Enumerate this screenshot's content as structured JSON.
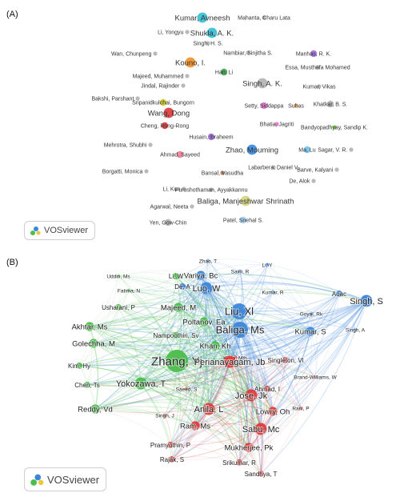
{
  "panel_a": {
    "label": "(A)",
    "badge": "VOSviewer",
    "nodes": [
      {
        "label": "Kumar, Avneesh",
        "color": "#49c3d6",
        "size": 3
      },
      {
        "label": "Mahanta, Charu Lata",
        "color": "#b9b9b9",
        "size": 1
      },
      {
        "label": "Li, Yongyu",
        "color": "#b9b9b9",
        "size": 1
      },
      {
        "label": "Shukla, A. K.",
        "color": "#49c3d6",
        "size": 3
      },
      {
        "label": "Singh, H. S.",
        "color": "#b9b9b9",
        "size": 1
      },
      {
        "label": "Wan, Chunpeng",
        "color": "#b9b9b9",
        "size": 1
      },
      {
        "label": "Nambiar, Sinjitha S.",
        "color": "#b9b9b9",
        "size": 1
      },
      {
        "label": "Manhas, R. K.",
        "color": "#a97be0",
        "size": 2
      },
      {
        "label": "Kouno, I.",
        "color": "#f39a3a",
        "size": 3
      },
      {
        "label": "Essa, Musthafa Mohamed",
        "color": "#b9b9b9",
        "size": 1
      },
      {
        "label": "Majeed, Muhammed",
        "color": "#b9b9b9",
        "size": 1
      },
      {
        "label": "Han, Li",
        "color": "#4caa61",
        "size": 2
      },
      {
        "label": "Jindal, Rajinder",
        "color": "#b9b9b9",
        "size": 1
      },
      {
        "label": "Singh, A. K.",
        "color": "#b9b9b9",
        "size": 3
      },
      {
        "label": "Kumar, Vikas",
        "color": "#b9b9b9",
        "size": 1
      },
      {
        "label": "Bakshi, Parshant",
        "color": "#b9b9b9",
        "size": 1
      },
      {
        "label": "Sripanidkulchai, Bungorn",
        "color": "#d6d13a",
        "size": 2
      },
      {
        "label": "Setty, Siddappa",
        "color": "#e87fd0",
        "size": 2
      },
      {
        "label": "Suhas",
        "color": "#f6b56a",
        "size": 1
      },
      {
        "label": "Khatkar, B. S.",
        "color": "#b9b9b9",
        "size": 2
      },
      {
        "label": "Wang, Dong",
        "color": "#e04a4a",
        "size": 3
      },
      {
        "label": "Cheng, Rong-Rong",
        "color": "#e04a4a",
        "size": 2
      },
      {
        "label": "Bhatia, Jagriti",
        "color": "#e87fd0",
        "size": 1
      },
      {
        "label": "Bandyopadhyay, Sandip K.",
        "color": "#7ccf5a",
        "size": 1
      },
      {
        "label": "Husain, Ibraheem",
        "color": "#a97be0",
        "size": 2
      },
      {
        "label": "Mehrotra, Shubhi",
        "color": "#b9b9b9",
        "size": 1
      },
      {
        "label": "Zhao, Mouming",
        "color": "#4d94e0",
        "size": 3
      },
      {
        "label": "Ma, Lu",
        "color": "#7fc6ef",
        "size": 2
      },
      {
        "label": "Sagar, V. R.",
        "color": "#b9b9b9",
        "size": 1
      },
      {
        "label": "Ahmad, Sayeed",
        "color": "#f08aa0",
        "size": 2
      },
      {
        "label": "Labarbera, Daniel V.",
        "color": "#b9b9b9",
        "size": 1
      },
      {
        "label": "Barve, Kalyani",
        "color": "#b9b9b9",
        "size": 1
      },
      {
        "label": "Borgatti, Monica",
        "color": "#b9b9b9",
        "size": 1
      },
      {
        "label": "Bansal, Vasudha",
        "color": "#b9876a",
        "size": 1
      },
      {
        "label": "De, Alok",
        "color": "#b9b9b9",
        "size": 1
      },
      {
        "label": "Li, Kun",
        "color": "#b9b9b9",
        "size": 1
      },
      {
        "label": "Purushothaman, Ayyakkannu",
        "color": "#b9b9b9",
        "size": 1
      },
      {
        "label": "Baliga, Manjeshwar Shrinath",
        "color": "#d6d88a",
        "size": 3
      },
      {
        "label": "Agarwal, Neeta",
        "color": "#b9b9b9",
        "size": 1
      },
      {
        "label": "Yen, Gow-Chin",
        "color": "#b9b9b9",
        "size": 2
      },
      {
        "label": "Patel, Snehal S.",
        "color": "#a9d3f0",
        "size": 2
      }
    ]
  },
  "panel_b": {
    "label": "(B)",
    "badge": "VOSviewer",
    "colors": {
      "blue": "#3c86d9",
      "green": "#4bbd4b",
      "red": "#e03c3c"
    },
    "nodes": [
      {
        "label": "Zhao, T",
        "cluster": "blue",
        "size": 1
      },
      {
        "label": "Uddin, Ms",
        "cluster": "green",
        "size": 1
      },
      {
        "label": "Saini, R",
        "cluster": "blue",
        "size": 1
      },
      {
        "label": "Li, W",
        "cluster": "green",
        "size": 2
      },
      {
        "label": "Variya, Bc",
        "cluster": "blue",
        "size": 3
      },
      {
        "label": "Li, Y",
        "cluster": "blue",
        "size": 1
      },
      {
        "label": "De, A",
        "cluster": "blue",
        "size": 2
      },
      {
        "label": "Luo, W",
        "cluster": "blue",
        "size": 4
      },
      {
        "label": "Fatima, N",
        "cluster": "green",
        "size": 1
      },
      {
        "label": "Kumar, R",
        "cluster": "blue",
        "size": 1
      },
      {
        "label": "Aoac",
        "cluster": "blue",
        "size": 2
      },
      {
        "label": "Usharani, P",
        "cluster": "green",
        "size": 2
      },
      {
        "label": "Majeed, M",
        "cluster": "green",
        "size": 3
      },
      {
        "label": "Singh, S",
        "cluster": "blue",
        "size": 4
      },
      {
        "label": "Liu, Xl",
        "cluster": "blue",
        "size": 5
      },
      {
        "label": "Goyal, Rk",
        "cluster": "blue",
        "size": 1
      },
      {
        "label": "Akhtar, Ms",
        "cluster": "green",
        "size": 3
      },
      {
        "label": "Poltanov, Ea",
        "cluster": "green",
        "size": 3
      },
      {
        "label": "Baliga, Ms",
        "cluster": "blue",
        "size": 5
      },
      {
        "label": "Singh, A",
        "cluster": "blue",
        "size": 1
      },
      {
        "label": "Nampoothiri, Sv",
        "cluster": "green",
        "size": 2
      },
      {
        "label": "Kumar, S",
        "cluster": "blue",
        "size": 3
      },
      {
        "label": "Golechha, M",
        "cluster": "green",
        "size": 3
      },
      {
        "label": "Khan, Kh",
        "cluster": "green",
        "size": 3
      },
      {
        "label": "Kim, Hy",
        "cluster": "green",
        "size": 2
      },
      {
        "label": "Khan, Mth",
        "cluster": "red",
        "size": 1
      },
      {
        "label": "Singleton, Vl",
        "cluster": "red",
        "size": 2
      },
      {
        "label": "Zhang, Yj",
        "cluster": "green",
        "size": 6
      },
      {
        "label": "Perianayagam, Jb",
        "cluster": "red",
        "size": 4
      },
      {
        "label": "Brand-Williams, W",
        "cluster": "red",
        "size": 1
      },
      {
        "label": "Chen, Ts",
        "cluster": "green",
        "size": 2
      },
      {
        "label": "Yokozawa, T",
        "cluster": "green",
        "size": 4
      },
      {
        "label": "Ahmad, I",
        "cluster": "red",
        "size": 2
      },
      {
        "label": "Saeed, S",
        "cluster": "red",
        "size": 1
      },
      {
        "label": "Jose, Jk",
        "cluster": "red",
        "size": 4
      },
      {
        "label": "Reddy, Vd",
        "cluster": "green",
        "size": 3
      },
      {
        "label": "Anila, L",
        "cluster": "red",
        "size": 4
      },
      {
        "label": "Rani, P",
        "cluster": "red",
        "size": 1
      },
      {
        "label": "Lowry, Oh",
        "cluster": "red",
        "size": 3
      },
      {
        "label": "Singh, J",
        "cluster": "red",
        "size": 1
      },
      {
        "label": "Ram, Ms",
        "cluster": "red",
        "size": 3
      },
      {
        "label": "Sabu, Mc",
        "cluster": "red",
        "size": 4
      },
      {
        "label": "Pramyothin, P",
        "cluster": "red",
        "size": 2
      },
      {
        "label": "Mukherjee, Pk",
        "cluster": "red",
        "size": 3
      },
      {
        "label": "Rajak, S",
        "cluster": "red",
        "size": 2
      },
      {
        "label": "Srikumar, R",
        "cluster": "red",
        "size": 2
      },
      {
        "label": "Sandhya, T",
        "cluster": "red",
        "size": 2
      }
    ]
  }
}
